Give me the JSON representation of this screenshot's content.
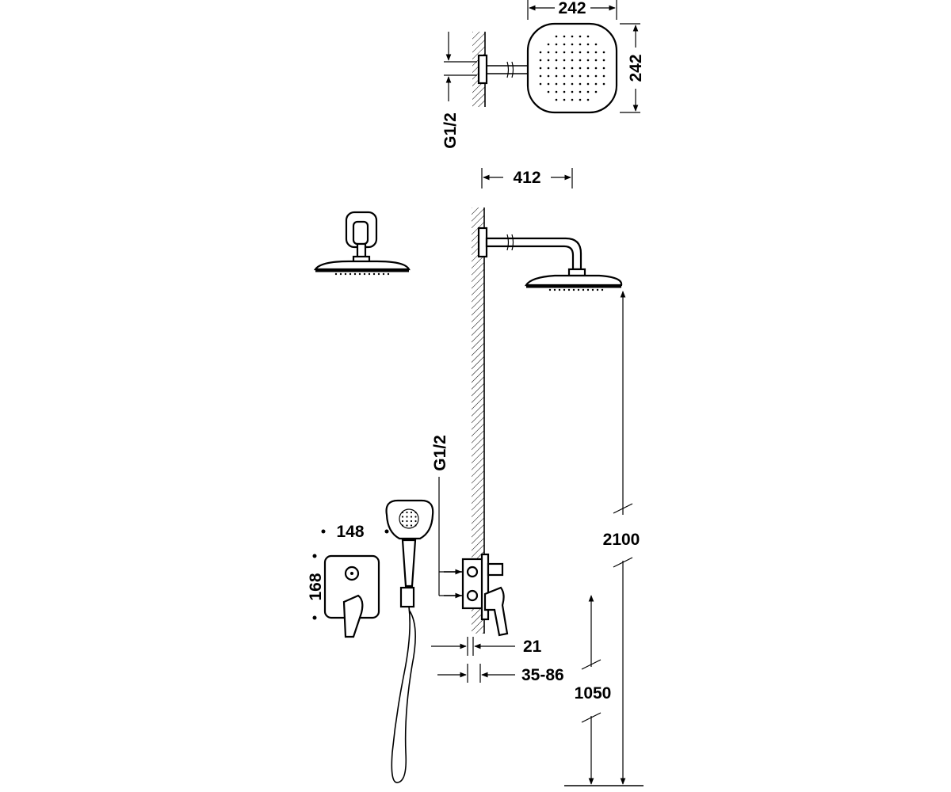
{
  "dimensions": {
    "overhead_width": "242",
    "overhead_height": "242",
    "thread_top": "G1/2",
    "arm_length": "412",
    "thread_mid": "G1/2",
    "handshower_width": "148",
    "mixer_height": "168",
    "total_height": "2100",
    "mixer_mount_height": "1050",
    "wall_offset": "21",
    "embed_depth": "35-86"
  }
}
